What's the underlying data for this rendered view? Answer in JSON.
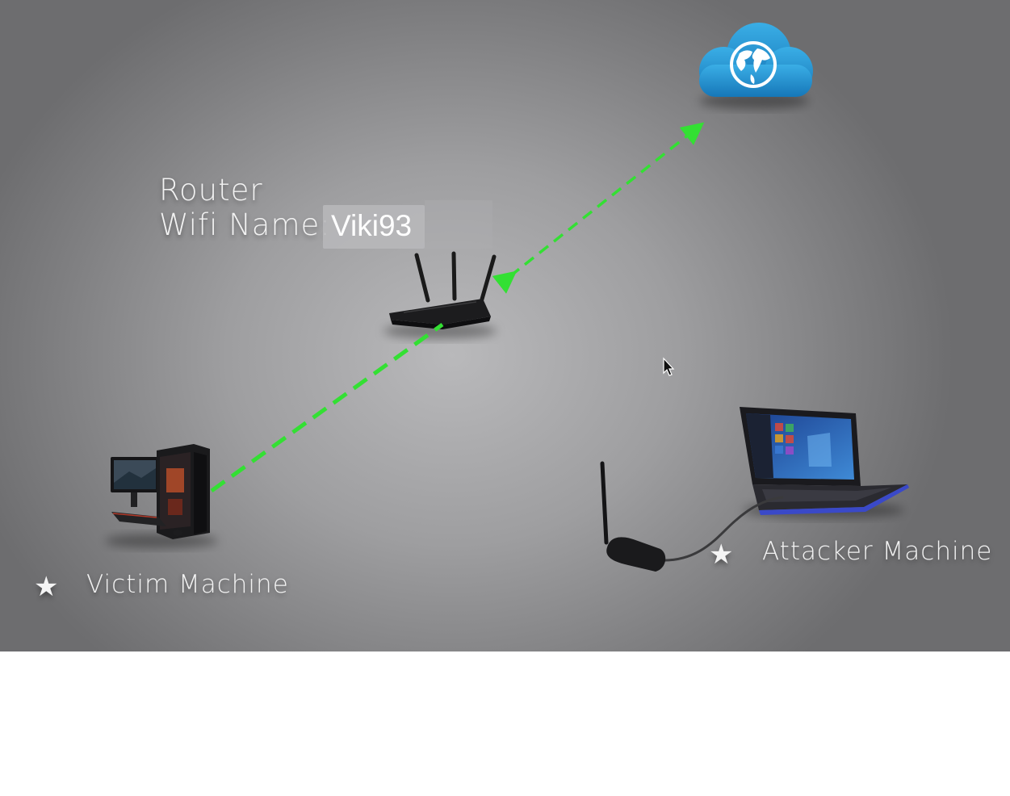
{
  "router": {
    "title": "Router",
    "wifi_label": "Wifi Name:",
    "wifi_name": "Viki93"
  },
  "victim": {
    "label": "Victim Machine"
  },
  "attacker": {
    "label": "Attacker Machine"
  },
  "icons": {
    "cloud": "globe-cloud-icon",
    "router": "router-icon",
    "victim": "desktop-pc-icon",
    "attacker": "laptop-icon",
    "adapter": "wifi-adapter-icon",
    "star": "star-icon",
    "cursor": "mouse-cursor-icon"
  },
  "colors": {
    "link": "#33e033",
    "cloud": "#1f8fd0",
    "text": "#f2f2f2",
    "laptop_trim": "#3a49c8"
  },
  "symbols": {
    "star": "★"
  }
}
